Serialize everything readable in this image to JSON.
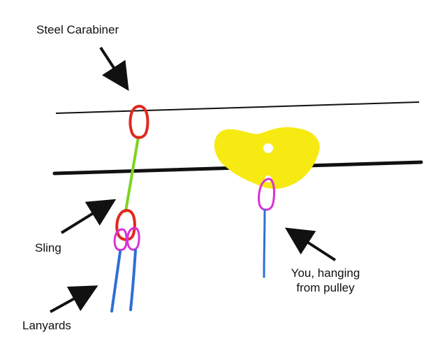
{
  "labels": {
    "carabiner": "Steel Carabiner",
    "sling": "Sling",
    "lanyards": "Lanyards",
    "you_line1": "You, hanging",
    "you_line2": "from pulley"
  },
  "colors": {
    "cable": "#111111",
    "carabiner": "#e0281e",
    "sling": "#7ed321",
    "lanyard_clip": "#d930d6",
    "lanyard": "#2f6fd6",
    "pulley": "#f7ea12",
    "arrow": "#111111"
  }
}
